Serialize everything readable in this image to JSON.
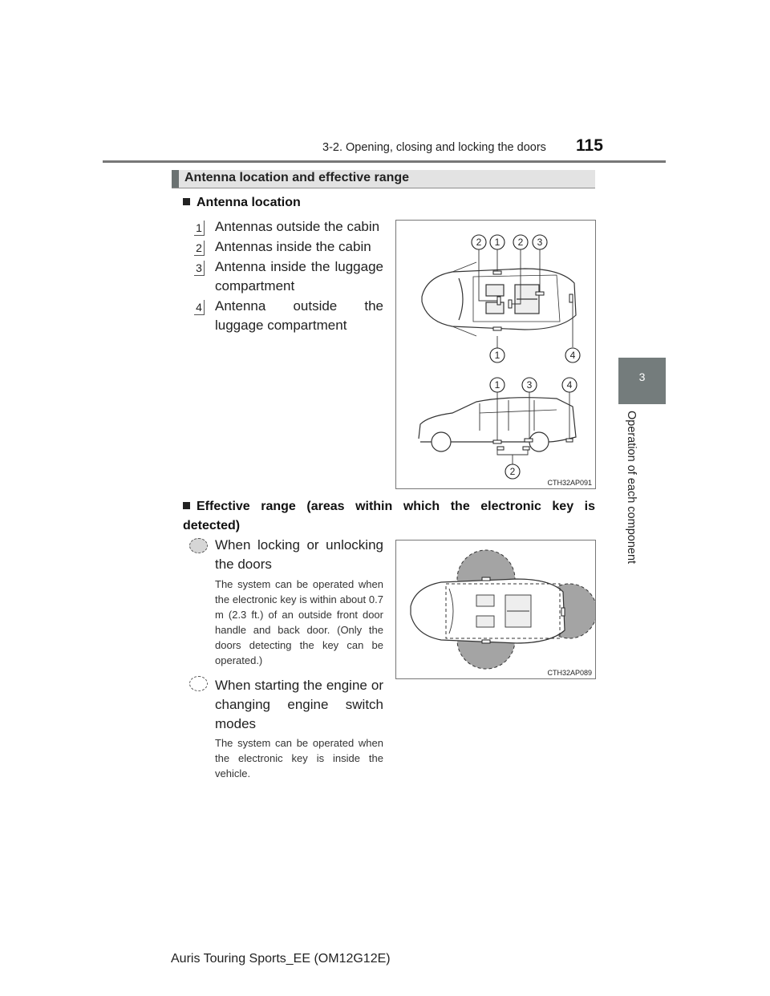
{
  "header": {
    "section": "3-2. Opening, closing and locking the doors",
    "page_number": "115"
  },
  "side_tab": {
    "number": "3",
    "caption": "Operation of each component"
  },
  "section": {
    "heading": "Antenna location and effective range"
  },
  "antenna_location": {
    "title": "Antenna location",
    "items": [
      {
        "num": "1",
        "text": "Antennas outside the cabin"
      },
      {
        "num": "2",
        "text": "Antennas inside the cabin"
      },
      {
        "num": "3",
        "text": "Antenna inside the luggage compartment"
      },
      {
        "num": "4",
        "text": "Antenna outside the luggage compartment"
      }
    ],
    "figure": {
      "code": "CTH32AP091",
      "top_callouts": [
        "2",
        "1",
        "2",
        "3"
      ],
      "bottom_callouts": [
        "1",
        "4"
      ],
      "side_callouts": [
        "1",
        "3",
        "4"
      ],
      "under_callout": "2"
    }
  },
  "effective_range": {
    "title": "Effective range (areas within which the electronic key is detected)",
    "items": [
      {
        "text": "When locking or unlocking the doors",
        "note": "The system can be operated when the electronic key is within about 0.7 m (2.3 ft.) of an outside front door handle and back door. (Only the doors detecting the key can be operated.)"
      },
      {
        "text": "When starting the engine or changing engine switch modes",
        "note": "The system can be operated when the electronic key is inside the vehicle."
      }
    ],
    "figure": {
      "code": "CTH32AP089"
    }
  },
  "footer": "Auris Touring Sports_EE (OM12G12E)"
}
